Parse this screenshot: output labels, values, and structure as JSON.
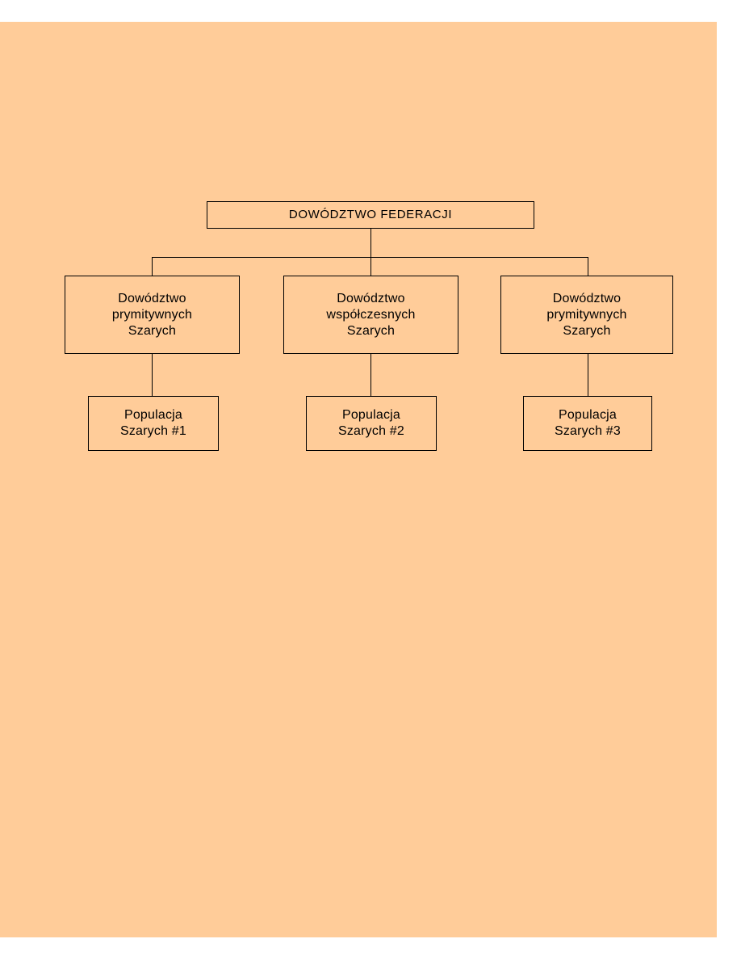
{
  "page": {
    "background_color": "#ffcc99",
    "page_color": "#ffffff",
    "line_color": "#000000",
    "text_color": "#000000"
  },
  "orgchart": {
    "root": {
      "label": "DOWÓDZTWO FEDERACJI"
    },
    "commands": [
      {
        "label": "Dowództwo\nprymitywnych\nSzarych"
      },
      {
        "label": "Dowództwo\nwspółczesnych\nSzarych"
      },
      {
        "label": "Dowództwo\nprymitywnych\nSzarych"
      }
    ],
    "populations": [
      {
        "label": "Populacja\nSzarych #1"
      },
      {
        "label": "Populacja\nSzarych #2"
      },
      {
        "label": "Populacja\nSzarych #3"
      }
    ]
  }
}
